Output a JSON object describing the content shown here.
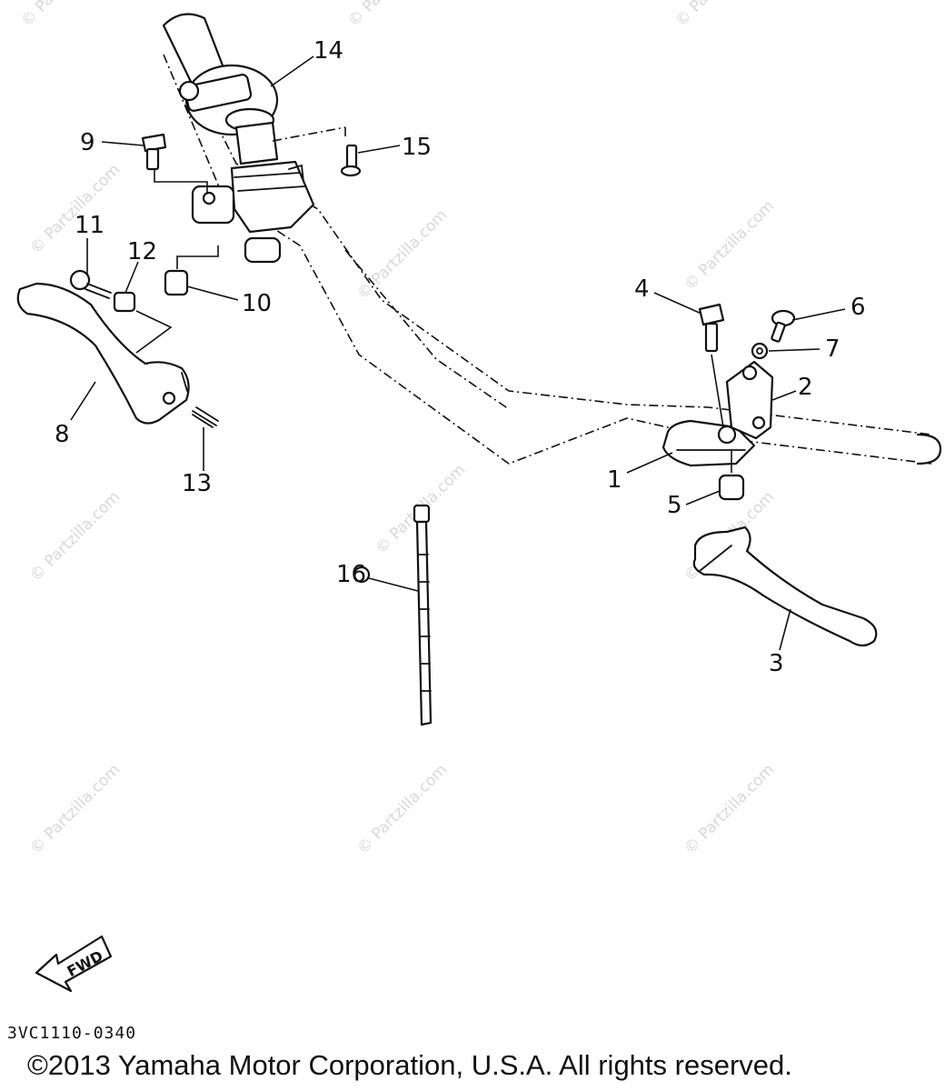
{
  "watermark": "© Partzilla.com",
  "callouts": [
    {
      "id": "1",
      "label": "1"
    },
    {
      "id": "2",
      "label": "2"
    },
    {
      "id": "3",
      "label": "3"
    },
    {
      "id": "4",
      "label": "4"
    },
    {
      "id": "5",
      "label": "5"
    },
    {
      "id": "6",
      "label": "6"
    },
    {
      "id": "7",
      "label": "7"
    },
    {
      "id": "8",
      "label": "8"
    },
    {
      "id": "9",
      "label": "9"
    },
    {
      "id": "10",
      "label": "10"
    },
    {
      "id": "11",
      "label": "11"
    },
    {
      "id": "12",
      "label": "12"
    },
    {
      "id": "13",
      "label": "13"
    },
    {
      "id": "14",
      "label": "14"
    },
    {
      "id": "15",
      "label": "15"
    },
    {
      "id": "16",
      "label": "16"
    }
  ],
  "fwd_label": "FWD",
  "diagram_code": "3VC1110-0340",
  "copyright": "©2013 Yamaha Motor Corporation, U.S.A. All rights reserved."
}
